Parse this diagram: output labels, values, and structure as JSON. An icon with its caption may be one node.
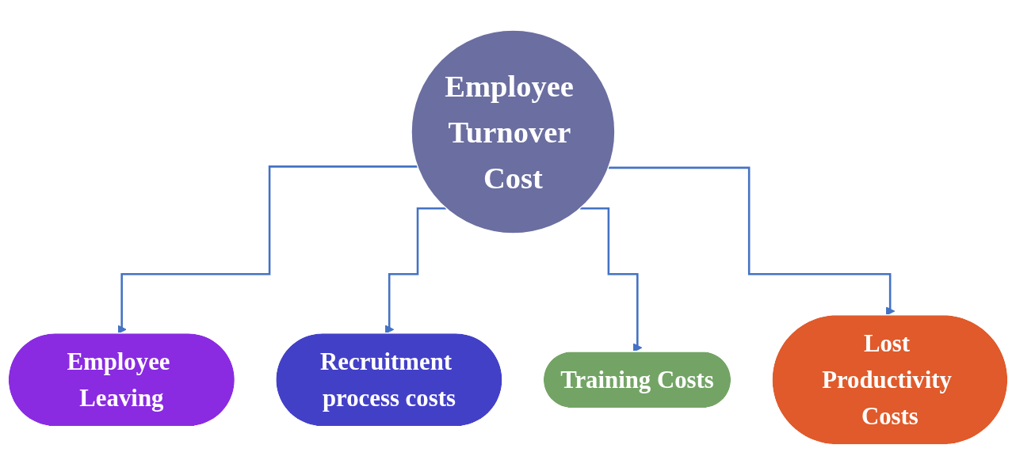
{
  "diagram": {
    "nodes": [
      {
        "text": [
          "Employee Turnover Cost"
        ]
      },
      {
        "text": [
          "Employee Leaving"
        ]
      },
      {
        "text": [
          "Recruitment process costs"
        ]
      },
      {
        "text": [
          "Training Costs"
        ]
      },
      {
        "text": [
          "Lost Productivity Costs"
        ]
      }
    ],
    "edges": [
      {
        "from": 0,
        "to": 1,
        "arrow": "to"
      },
      {
        "from": 0,
        "to": 2,
        "arrow": "to"
      },
      {
        "from": 0,
        "to": 3,
        "arrow": "to"
      },
      {
        "from": 0,
        "to": 4,
        "arrow": "to"
      }
    ]
  }
}
